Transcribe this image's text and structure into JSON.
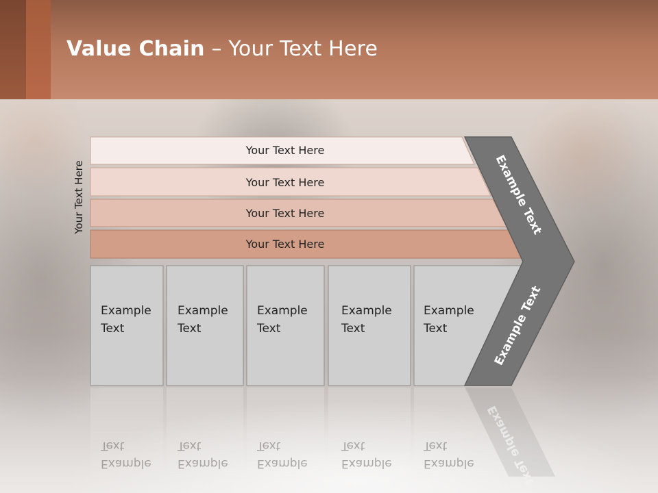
{
  "title": {
    "bold": "Value Chain",
    "rest": " – Your Text Here"
  },
  "side_label": "Your Text Here",
  "bars": [
    {
      "label": "Your Text Here",
      "color": "#f6ece9"
    },
    {
      "label": "Your Text Here",
      "color": "#eed8d0"
    },
    {
      "label": "Your Text Here",
      "color": "#e2bfb1"
    },
    {
      "label": "Your Text Here",
      "color": "#d29e87"
    }
  ],
  "columns": [
    {
      "line1": "Example",
      "line2": "Text"
    },
    {
      "line1": "Example",
      "line2": "Text"
    },
    {
      "line1": "Example",
      "line2": "Text"
    },
    {
      "line1": "Example",
      "line2": "Text"
    },
    {
      "line1": "Example",
      "line2": "Text"
    }
  ],
  "chevron": {
    "upper_label": "Example Text",
    "lower_label": "Example Text"
  },
  "colors": {
    "header": "#b3785c",
    "chevron": "#757575",
    "column_fill": "#cfcfcf"
  }
}
